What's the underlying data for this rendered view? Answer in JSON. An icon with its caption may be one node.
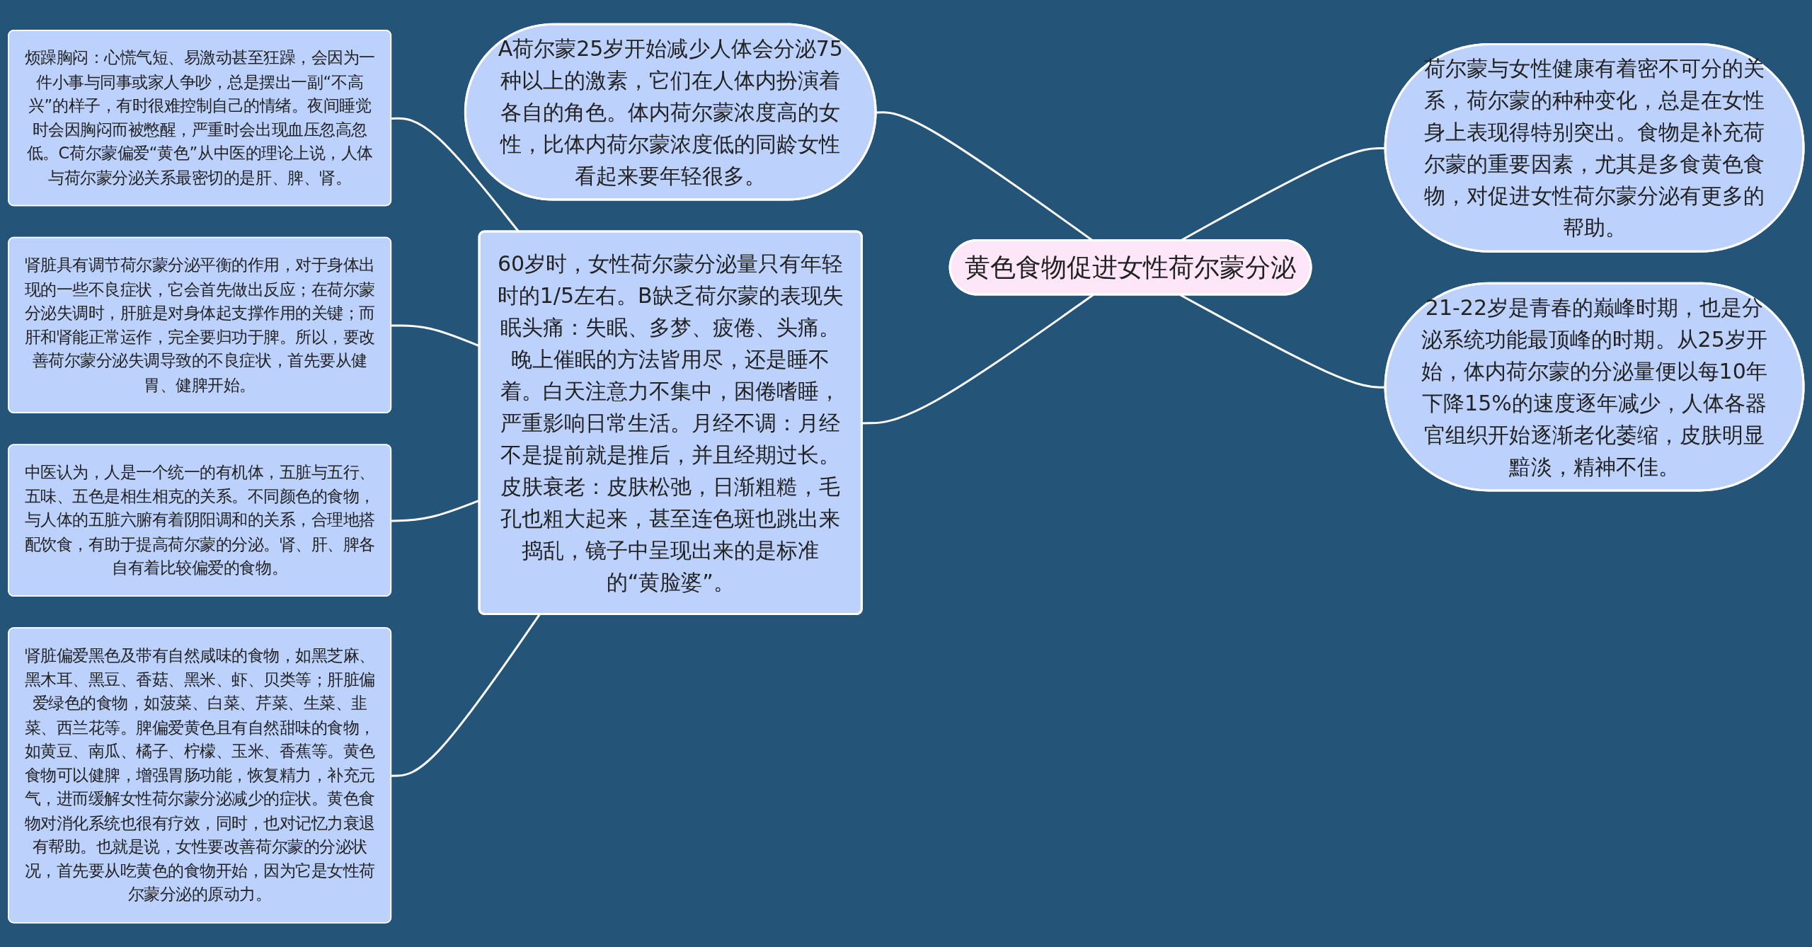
{
  "diagram": {
    "nodes": [
      {
        "text": [
          "黄色食物促进女性荷尔蒙分泌"
        ]
      },
      {
        "text": [
          "A荷尔蒙25岁开始减少人体会分泌75种以上的激素，它们在人体内扮演着各自的角色。体内荷尔蒙浓度高的女性，比体内荷尔蒙浓度低的同龄女性看起来要年轻很多。"
        ]
      },
      {
        "text": [
          "荷尔蒙与女性健康有着密不可分的关系，荷尔蒙的种种变化，总是在女性身上表现得特别突出。食物是补充荷尔蒙的重要因素，尤其是多食黄色食物，对促进女性荷尔蒙分泌有更多的帮助。"
        ]
      },
      {
        "text": [
          "21-22岁是青春的巅峰时期，也是分泌系统功能最顶峰的时期。从25岁开始，体内荷尔蒙的分泌量便以每10年下降15%的速度逐年减少，人体各器官组织开始逐渐老化萎缩，皮肤明显黯淡，精神不佳。"
        ]
      },
      {
        "text": [
          "60岁时，女性荷尔蒙分泌量只有年轻时的1/5左右。B缺乏荷尔蒙的表现失眠头痛：失眠、多梦、疲倦、头痛。晚上催眠的方法皆用尽，还是睡不着。白天注意力不集中，困倦嗜睡，严重影响日常生活。月经不调：月经不是提前就是推后，并且经期过长。皮肤衰老：皮肤松弛，日渐粗糙，毛孔也粗大起来，甚至连色斑也跳出来捣乱，镜子中呈现出来的是标准的“黄脸婆”。"
        ]
      },
      {
        "text": [
          "烦躁胸闷：心慌气短、易激动甚至狂躁，会因为一件小事与同事或家人争吵，总是摆出一副“不高兴”的样子，有时很难控制自己的情绪。夜间睡觉时会因胸闷而被憋醒，严重时会出现血压忽高忽低。C荷尔蒙偏爱“黄色”从中医的理论上说，人体与荷尔蒙分泌关系最密切的是肝、脾、肾。"
        ]
      },
      {
        "text": [
          "肾脏具有调节荷尔蒙分泌平衡的作用，对于身体出现的一些不良症状，它会首先做出反应；在荷尔蒙分泌失调时，肝脏是对身体起支撑作用的关键；而肝和肾能正常运作，完全要归功于脾。所以，要改善荷尔蒙分泌失调导致的不良症状，首先要从健胃、健脾开始。"
        ]
      },
      {
        "text": [
          "中医认为，人是一个统一的有机体，五脏与五行、五味、五色是相生相克的关系。不同颜色的食物，与人体的五脏六腑有着阴阳调和的关系，合理地搭配饮食，有助于提高荷尔蒙的分泌。肾、肝、脾各自有着比较偏爱的食物。"
        ]
      },
      {
        "text": [
          "肾脏偏爱黑色及带有自然咸味的食物，如黑芝麻、黑木耳、黑豆、香菇、黑米、虾、贝类等；肝脏偏爱绿色的食物，如菠菜、白菜、芹菜、生菜、韭菜、西兰花等。脾偏爱黄色且有自然甜味的食物，如黄豆、南瓜、橘子、柠檬、玉米、香蕉等。黄色食物可以健脾，增强胃肠功能，恢复精力，补充元气，进而缓解女性荷尔蒙分泌减少的症状。黄色食物对消化系统也很有疗效，同时，也对记忆力衰退有帮助。也就是说，女性要改善荷尔蒙的分泌状况，首先要从吃黄色的食物开始，因为它是女性荷尔蒙分泌的原动力。"
        ]
      }
    ],
    "edges": [
      {
        "from": 0,
        "to": 1,
        "arrow": "none"
      },
      {
        "from": 0,
        "to": 2,
        "arrow": "none"
      },
      {
        "from": 0,
        "to": 3,
        "arrow": "none"
      },
      {
        "from": 0,
        "to": 4,
        "arrow": "none"
      },
      {
        "from": 4,
        "to": 5,
        "arrow": "none"
      },
      {
        "from": 4,
        "to": 6,
        "arrow": "none"
      },
      {
        "from": 4,
        "to": 7,
        "arrow": "none"
      },
      {
        "from": 4,
        "to": 8,
        "arrow": "none"
      }
    ]
  }
}
